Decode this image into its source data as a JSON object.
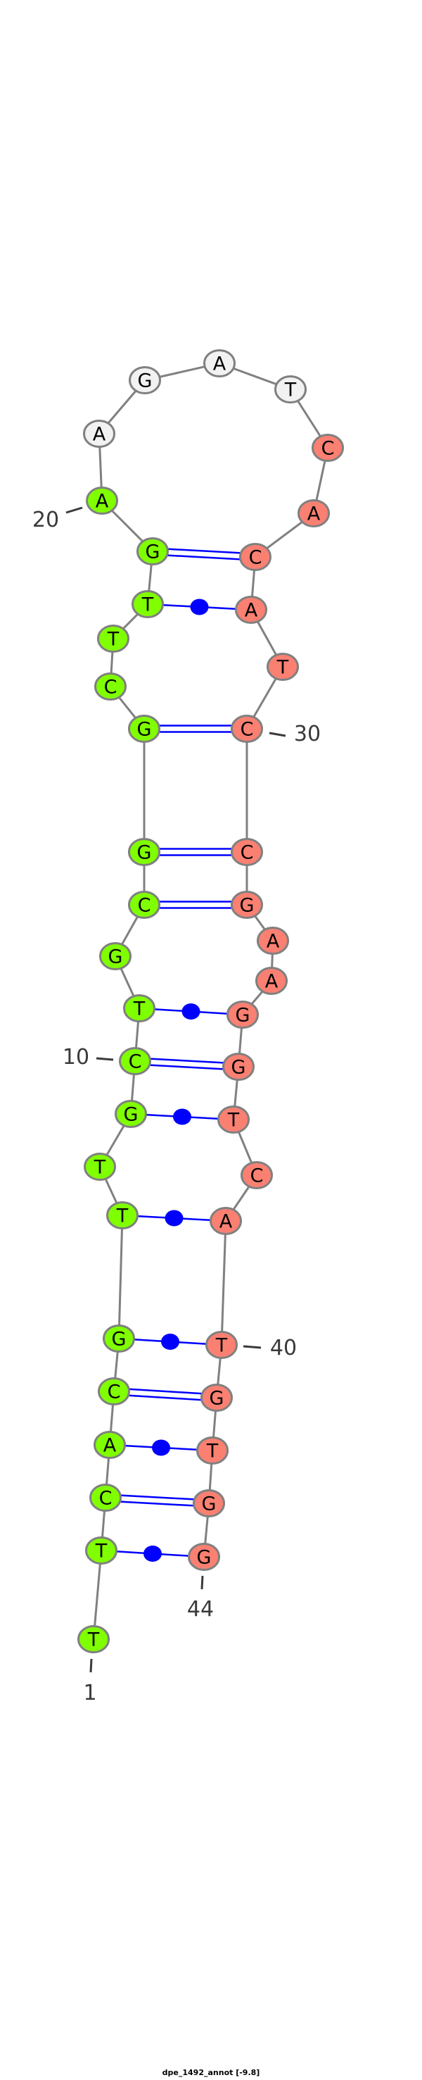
{
  "title": "dpe_1492_annot [-9.8]",
  "sequence": [
    "T",
    "T",
    "C",
    "A",
    "C",
    "G",
    "T",
    "T",
    "G",
    "C",
    "T",
    "G",
    "C",
    "G",
    "G",
    "C",
    "T",
    "T",
    "G",
    "A",
    "A",
    "G",
    "A",
    "T",
    "C",
    "A",
    "C",
    "A",
    "T",
    "C",
    "C",
    "G",
    "A",
    "A",
    "G",
    "G",
    "T",
    "C",
    "A",
    "T",
    "G",
    "T",
    "G",
    "G"
  ],
  "regions": {
    "5prime_strand": {
      "from": 1,
      "to": 20,
      "color": "#7fff00"
    },
    "loop": {
      "from": 21,
      "to": 24,
      "color": "#f2f2f2"
    },
    "3prime_strand": {
      "from": 25,
      "to": 44,
      "color": "#fa8072"
    }
  },
  "pairs": [
    {
      "i": 19,
      "j": 27,
      "type": "canonical"
    },
    {
      "i": 18,
      "j": 28,
      "type": "noncanonical"
    },
    {
      "i": 15,
      "j": 30,
      "type": "canonical"
    },
    {
      "i": 14,
      "j": 31,
      "type": "canonical"
    },
    {
      "i": 13,
      "j": 32,
      "type": "canonical"
    },
    {
      "i": 11,
      "j": 35,
      "type": "noncanonical"
    },
    {
      "i": 10,
      "j": 36,
      "type": "canonical"
    },
    {
      "i": 9,
      "j": 37,
      "type": "noncanonical"
    },
    {
      "i": 7,
      "j": 39,
      "type": "noncanonical"
    },
    {
      "i": 6,
      "j": 40,
      "type": "noncanonical"
    },
    {
      "i": 5,
      "j": 41,
      "type": "canonical"
    },
    {
      "i": 4,
      "j": 42,
      "type": "noncanonical"
    },
    {
      "i": 3,
      "j": 43,
      "type": "canonical"
    },
    {
      "i": 2,
      "j": 44,
      "type": "noncanonical"
    }
  ],
  "position_labels": [
    "1",
    "10",
    "20",
    "30",
    "40",
    "44"
  ],
  "colors": {
    "backbone": "#808080",
    "pair": "#0000ff",
    "label": "#3a3a3a",
    "outline": "#808080"
  }
}
